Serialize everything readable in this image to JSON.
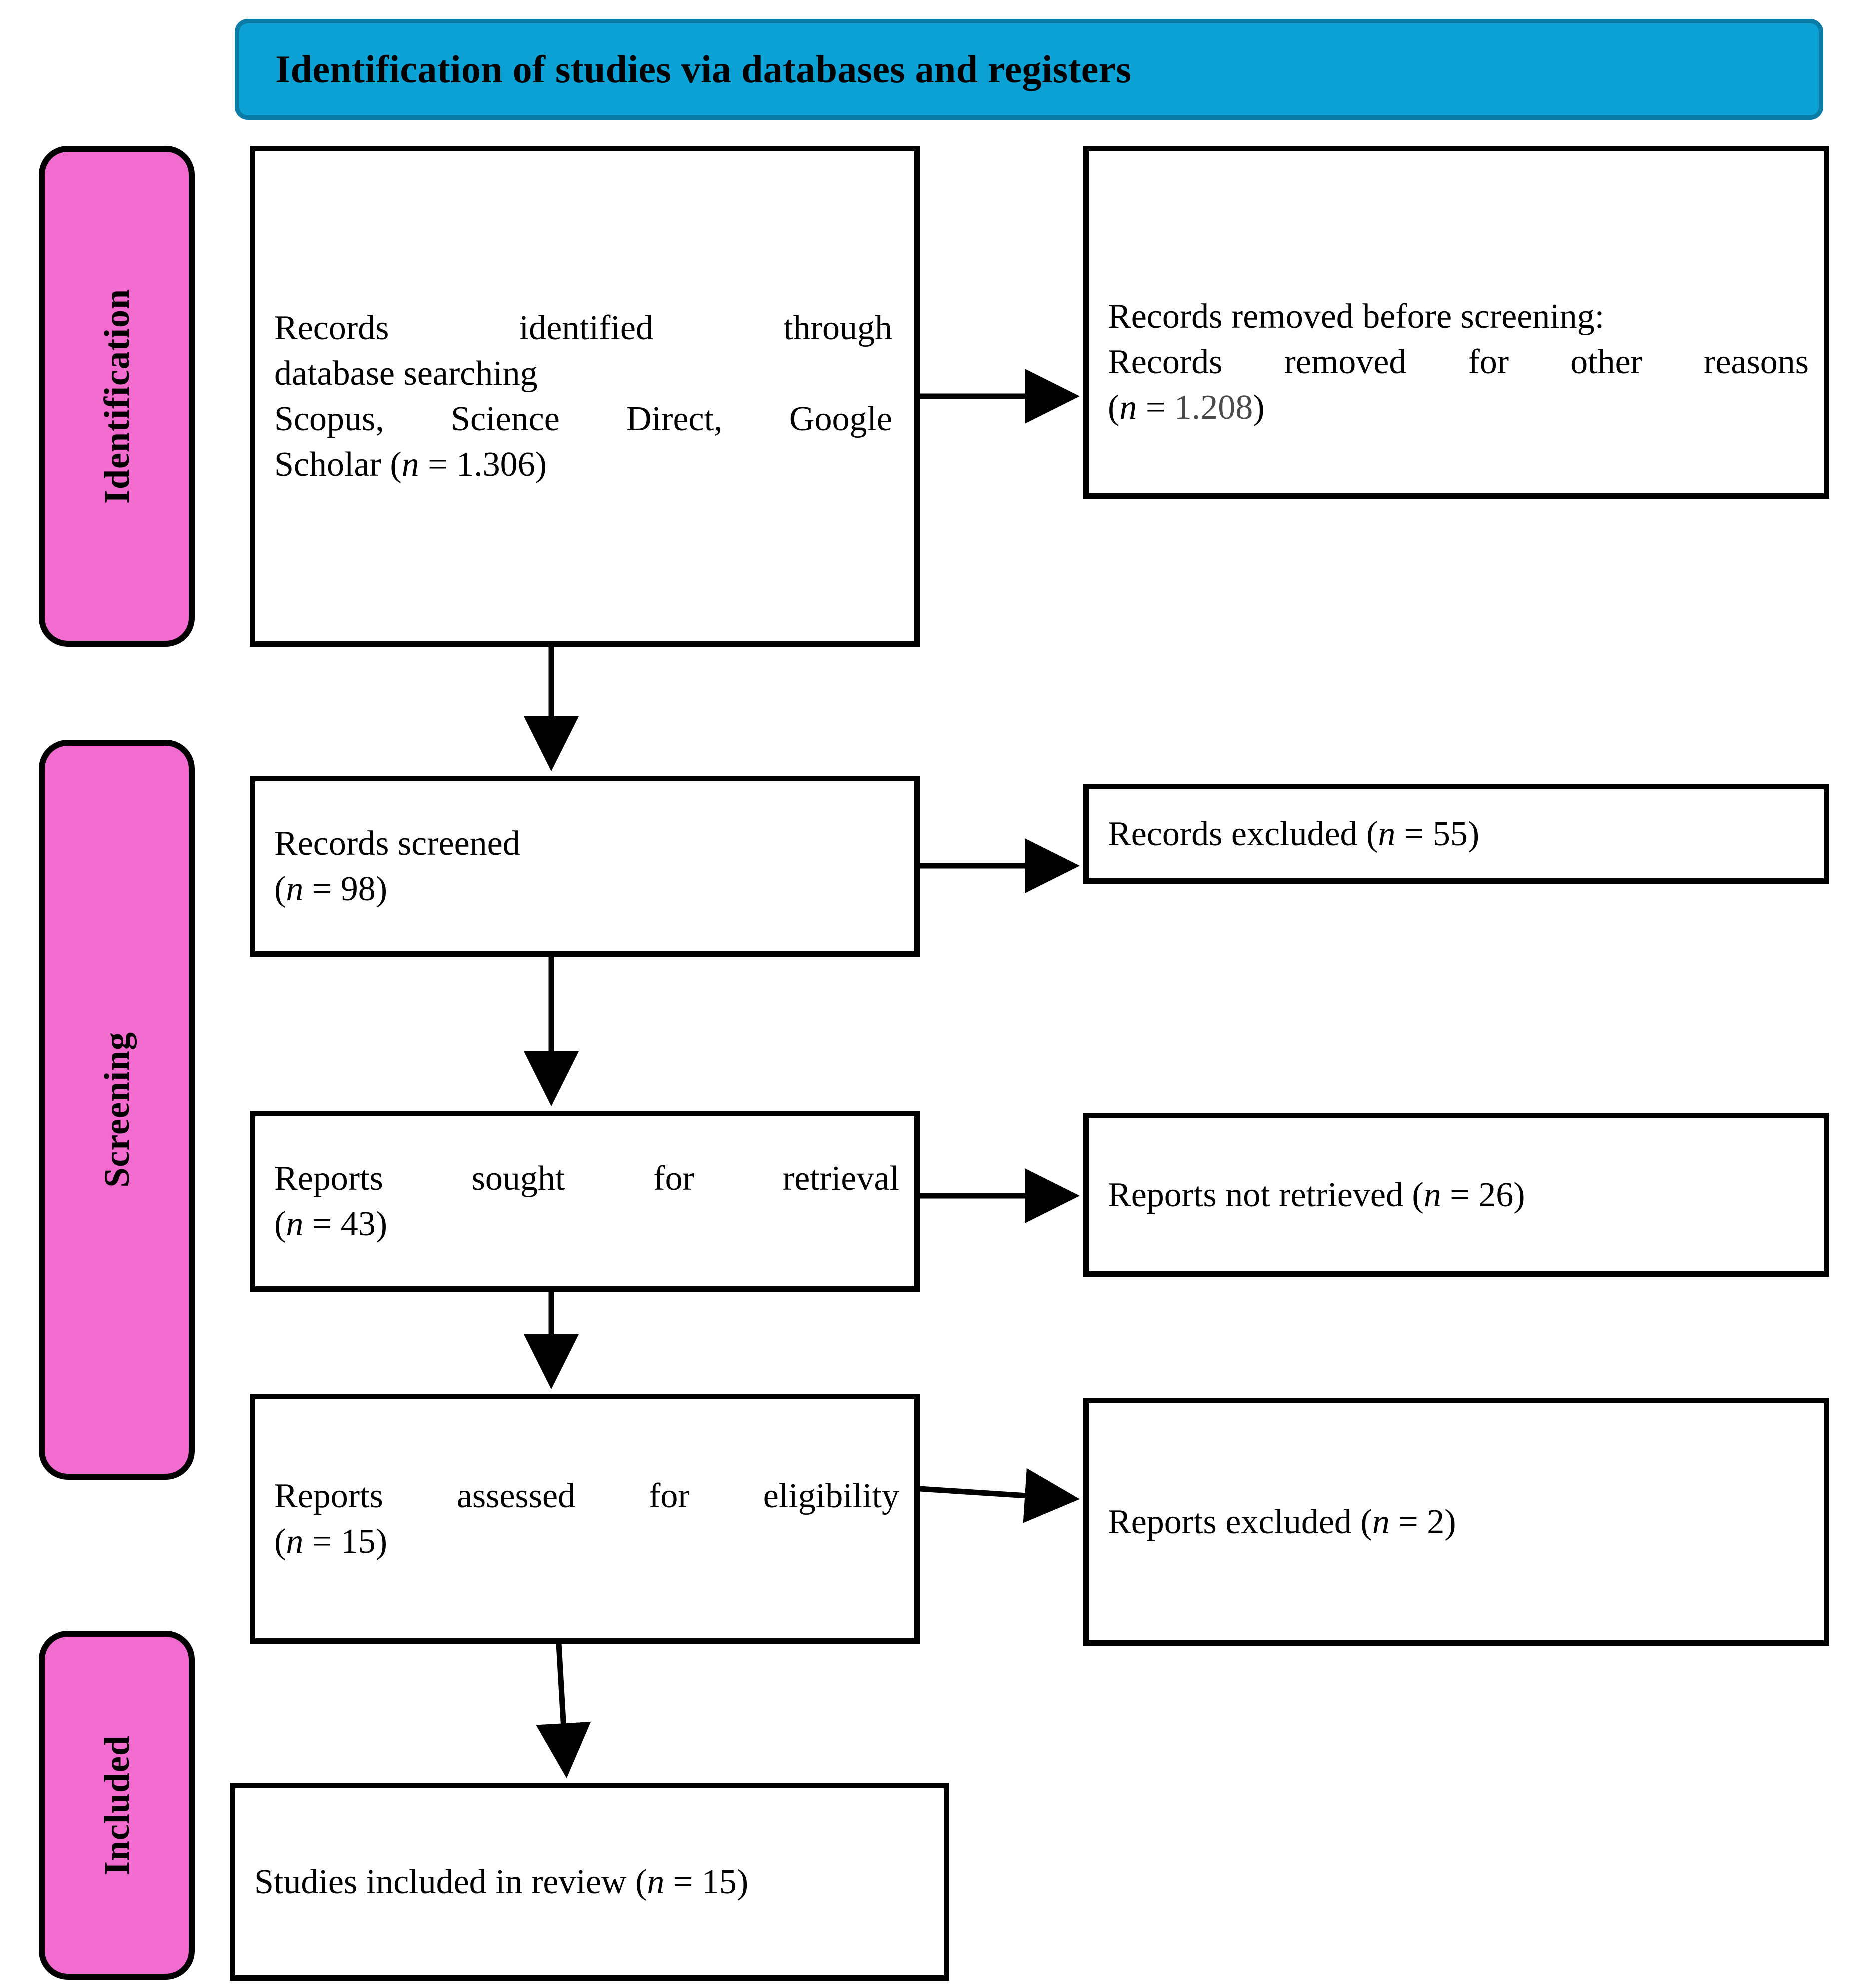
{
  "header": {
    "title": "Identification of studies via databases and registers",
    "bg_color": "#0CA2D6"
  },
  "stages": [
    {
      "key": "identification",
      "label": "Identification",
      "color": "#F26BCE"
    },
    {
      "key": "screening",
      "label": "Screening",
      "color": "#F26BCE"
    },
    {
      "key": "included",
      "label": "Included",
      "color": "#F26BCE"
    }
  ],
  "boxes": {
    "identified": {
      "line1": "Records identified through",
      "line2": "database searching",
      "line3": "Scopus, Science Direct, Google",
      "line4_pre": "Scholar (",
      "line4_n": "n",
      "line4_post": " = 1.306)"
    },
    "removed": {
      "line1": "Records removed before screening:",
      "line2": "Records removed for other reasons",
      "line3_pre": "(",
      "line3_n": "n",
      "line3_eq": " = ",
      "line3_val": "1.208",
      "line3_post": ")"
    },
    "screened": {
      "line1": "Records screened",
      "line2_pre": "(",
      "line2_n": "n",
      "line2_post": " = 98)"
    },
    "records_excluded": {
      "line1_pre": "Records excluded (",
      "line1_n": "n",
      "line1_post": " = 55)"
    },
    "sought": {
      "line1": "Reports sought for retrieval",
      "line2_pre": "(",
      "line2_n": "n",
      "line2_post": " = 43)"
    },
    "not_retrieved": {
      "line1_pre": "Reports not retrieved (",
      "line1_n": "n",
      "line1_post": " = 26)"
    },
    "assessed": {
      "line1": "Reports assessed for eligibility",
      "line2_pre": "(",
      "line2_n": "n",
      "line2_post": " = 15)"
    },
    "reports_excluded": {
      "line1_pre": "Reports excluded (",
      "line1_n": "n",
      "line1_post": " = 2)"
    },
    "included": {
      "line1_pre": "Studies included in review (",
      "line1_n": "n",
      "line1_post": " = 15)"
    }
  },
  "chart_data": {
    "type": "diagram",
    "title": "PRISMA flow diagram",
    "subtitle": "Identification of studies via databases and registers",
    "stages": [
      "Identification",
      "Screening",
      "Included"
    ],
    "nodes": [
      {
        "id": "identified",
        "stage": "Identification",
        "label": "Records identified through database searching Scopus, Science Direct, Google Scholar",
        "n": 1306
      },
      {
        "id": "removed",
        "stage": "Identification",
        "label": "Records removed before screening: Records removed for other reasons",
        "n": 1208
      },
      {
        "id": "screened",
        "stage": "Screening",
        "label": "Records screened",
        "n": 98
      },
      {
        "id": "records_excluded",
        "stage": "Screening",
        "label": "Records excluded",
        "n": 55
      },
      {
        "id": "sought",
        "stage": "Screening",
        "label": "Reports sought for retrieval",
        "n": 43
      },
      {
        "id": "not_retrieved",
        "stage": "Screening",
        "label": "Reports not retrieved",
        "n": 26
      },
      {
        "id": "assessed",
        "stage": "Screening",
        "label": "Reports assessed for eligibility",
        "n": 15
      },
      {
        "id": "reports_excluded",
        "stage": "Screening",
        "label": "Reports excluded",
        "n": 2
      },
      {
        "id": "included",
        "stage": "Included",
        "label": "Studies included in review",
        "n": 15
      }
    ],
    "edges": [
      {
        "from": "identified",
        "to": "removed",
        "direction": "right"
      },
      {
        "from": "identified",
        "to": "screened",
        "direction": "down"
      },
      {
        "from": "screened",
        "to": "records_excluded",
        "direction": "right"
      },
      {
        "from": "screened",
        "to": "sought",
        "direction": "down"
      },
      {
        "from": "sought",
        "to": "not_retrieved",
        "direction": "right"
      },
      {
        "from": "sought",
        "to": "assessed",
        "direction": "down"
      },
      {
        "from": "assessed",
        "to": "reports_excluded",
        "direction": "right"
      },
      {
        "from": "assessed",
        "to": "included",
        "direction": "down"
      }
    ]
  }
}
